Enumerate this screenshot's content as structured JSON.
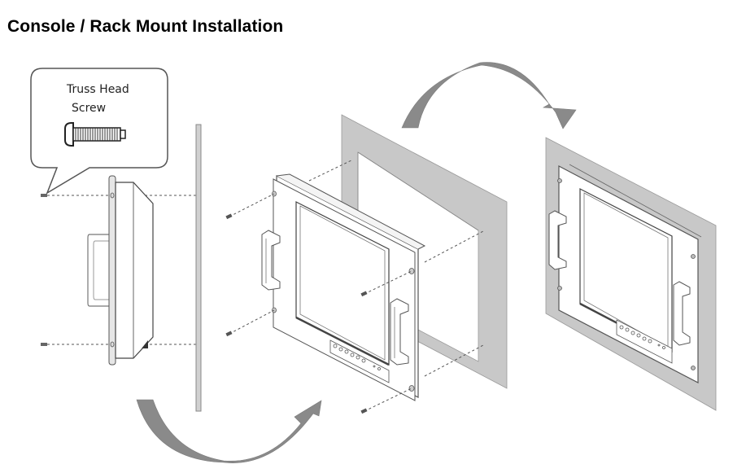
{
  "document": {
    "title": "Console / Rack Mount Installation"
  },
  "figure": {
    "description": "Exploded installation diagram for console / rack mount of a panel display",
    "callout": {
      "line1": "Truss Head",
      "line2": "Screw",
      "icon": "truss-head-screw-icon"
    },
    "steps": [
      {
        "name": "side-view",
        "description": "Side view of monitor with screws aligned to mounting panel"
      },
      {
        "name": "exploded-view",
        "description": "Monitor front frame aligned to rack panel cutout with four screws"
      },
      {
        "name": "installed-view",
        "description": "Monitor installed in rack panel"
      }
    ],
    "arrows": [
      {
        "name": "step1-to-step2-arrow",
        "direction": "curved-right-up"
      },
      {
        "name": "step2-to-step3-arrow",
        "direction": "curved-right-down"
      }
    ],
    "colors": {
      "panel": "#c8c8c8",
      "arrow": "#8a8a8a",
      "line": "#444444"
    }
  }
}
